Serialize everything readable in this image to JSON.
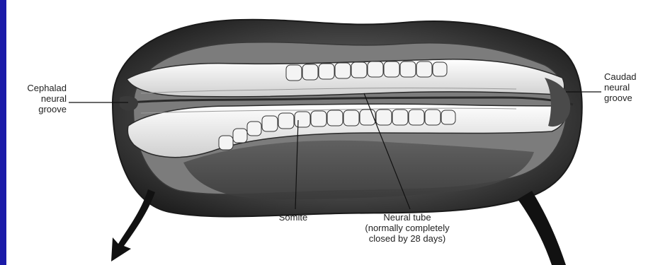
{
  "labels": {
    "cephalad": "Cephalad\nneural\ngroove",
    "caudad": "Caudad\nneural\ngroove",
    "somite": "Somite",
    "neural_tube": "Neural tube\n(normally completely\nclosed by 28 days)"
  },
  "colors": {
    "frame": "#1a1aa8",
    "panel": "#ffffff",
    "embryo_dark": "#2b2b2b",
    "embryo_mid": "#6a6a6a",
    "somite": "#f2f2f2"
  },
  "icons": [
    "curved-arrow-left-icon",
    "curved-arrow-right-icon"
  ]
}
